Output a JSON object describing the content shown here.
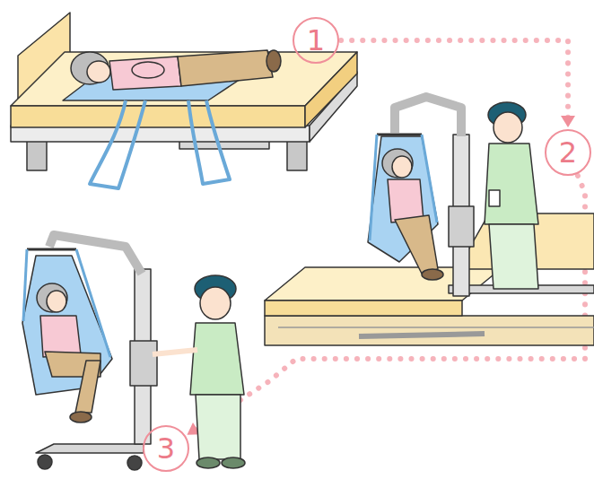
{
  "diagram": {
    "nodes": [
      {
        "text": [
          "1"
        ]
      },
      {
        "text": [
          "2"
        ]
      },
      {
        "text": [
          "3"
        ]
      }
    ],
    "edges": [
      {
        "from": 0,
        "to": 1,
        "arrow": "to"
      },
      {
        "from": 1,
        "to": 2,
        "arrow": "to"
      }
    ]
  }
}
